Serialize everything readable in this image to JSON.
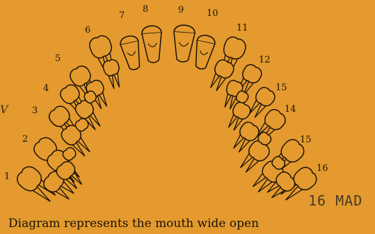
{
  "tooth_numbers_left": [
    "1",
    "2",
    "3",
    "4",
    "5",
    "6",
    "7",
    "8"
  ],
  "tooth_numbers_right": [
    "9",
    "10",
    "11",
    "12",
    "15",
    "14",
    "15",
    "16"
  ],
  "stamp_text": "16 MAD",
  "margin_mark": "V",
  "caption": "Diagram represents the mouth wide open",
  "colors": {
    "paper": "#e49a2e",
    "ink": "#1a1208"
  }
}
